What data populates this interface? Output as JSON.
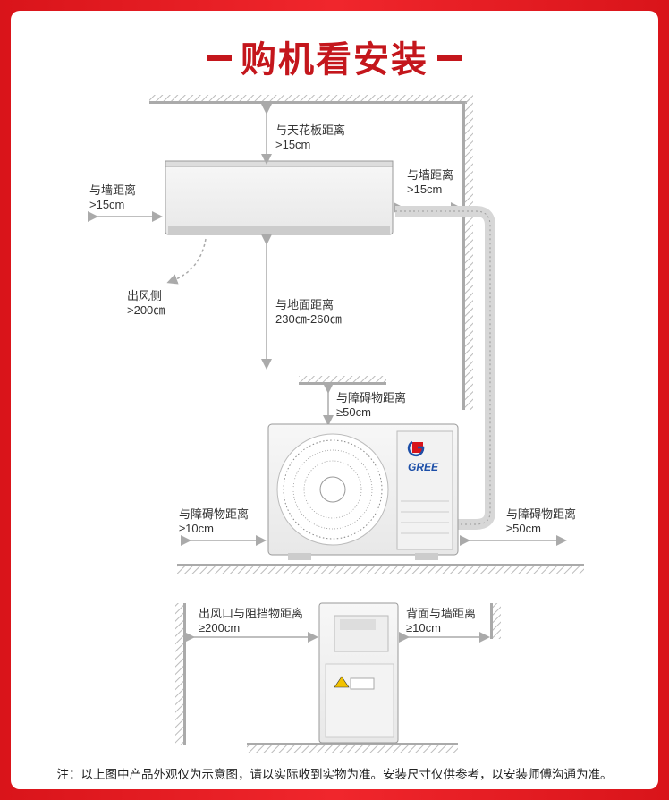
{
  "title": "购机看安装",
  "labels": {
    "ceiling_name": "与天花板距离",
    "ceiling_value": ">15cm",
    "wall_right_name": "与墙距离",
    "wall_right_value": ">15cm",
    "wall_left_name": "与墙距离",
    "wall_left_value": ">15cm",
    "airflow_name": "出风侧",
    "airflow_value": ">200㎝",
    "floor_name": "与地面距离",
    "floor_value": "230㎝-260㎝",
    "outdoor_top_name": "与障碍物距离",
    "outdoor_top_value": "≥50cm",
    "outdoor_left_name": "与障碍物距离",
    "outdoor_left_value": "≥10cm",
    "outdoor_right_name": "与障碍物距离",
    "outdoor_right_value": "≥50cm",
    "outlet_name": "出风口与阻挡物距离",
    "outlet_value": "≥200cm",
    "back_name": "背面与墙距离",
    "back_value": "≥10cm"
  },
  "brand": {
    "logo_text": "GREE",
    "color": "#1d4fa8"
  },
  "note": "注：以上图中产品外观仅为示意图，请以实际收到实物为准。安装尺寸仅供参考，以安装师傅沟通为准。",
  "colors": {
    "accent": "#c4161c",
    "frame": "#e0161c"
  }
}
